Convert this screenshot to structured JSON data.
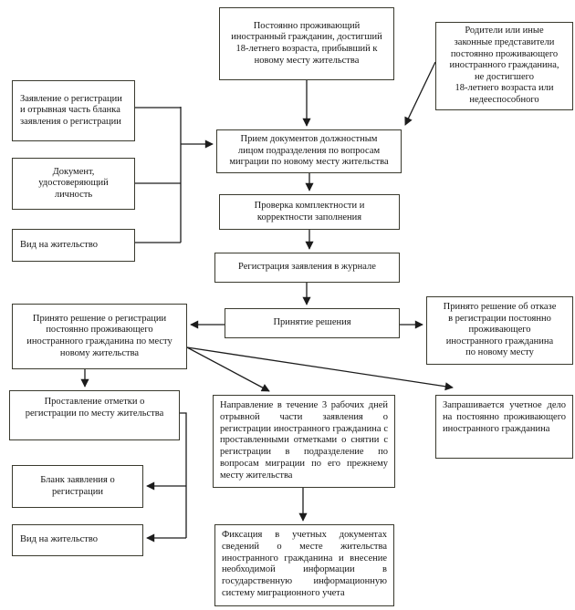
{
  "colors": {
    "background": "#ffffff",
    "box_border": "#3a3a2e",
    "text": "#151515",
    "line": "#1c1c1c"
  },
  "diagram": {
    "nodes": {
      "applicant": {
        "label": "Постоянно проживающий\nиностранный гражданин, достигший\n18-летнего возраста, прибывший к\nновому месту жительства"
      },
      "parents": {
        "label": "Родители или иные\nзаконные представители\nпостоянно проживающего\nиностранного гражданина,\nне достигшего\n18-летнего возраста или\nнедееспособного"
      },
      "application": {
        "label": "Заявление о регистрации\nи отрывная часть бланка\nзаявления о регистрации"
      },
      "identity_document": {
        "label": "Документ,\nудостоверяющий\nличность"
      },
      "residence_permit": {
        "label": "Вид на жительство"
      },
      "reception": {
        "label": "Прием документов должностным\nлицом подразделения по вопросам\nмиграции по новому месту жительства"
      },
      "completeness_check": {
        "label": "Проверка комплектности и\nкорректности заполнения"
      },
      "journal_registration": {
        "label": "Регистрация заявления в журнале"
      },
      "decision": {
        "label": "Принятие решения"
      },
      "decision_register": {
        "label": "Принято решение о регистрации\nпостоянно проживающего\nиностранного гражданина по месту\nновому жительства"
      },
      "decision_refuse": {
        "label": "Принято решение об отказе\nв регистрации постоянно\nпроживающего\nиностранного гражданина\nпо новому месту"
      },
      "mark_placement": {
        "label": "Проставление отметки о\nрегистрации по месту жительства"
      },
      "application_form": {
        "label": "Бланк заявления о\nрегистрации"
      },
      "residence_permit_2": {
        "label": "Вид на жительство"
      },
      "forwarding": {
        "label": "Направление в течение 3 рабочих дней отрывной части заявления о регистрации иностранного гражданина с проставленными отметками о снятии с регистрации в подразделение по вопросам миграции по его прежнему месту жительства"
      },
      "case_request": {
        "label": "Запрашивается учетное дело на постоянно проживающего иностранного гражданина"
      },
      "fixation": {
        "label": "Фиксация в учетных документах сведений о месте жительства иностранного гражданина и внесение необходимой информации в государственную информационную систему миграционного учета"
      }
    }
  }
}
